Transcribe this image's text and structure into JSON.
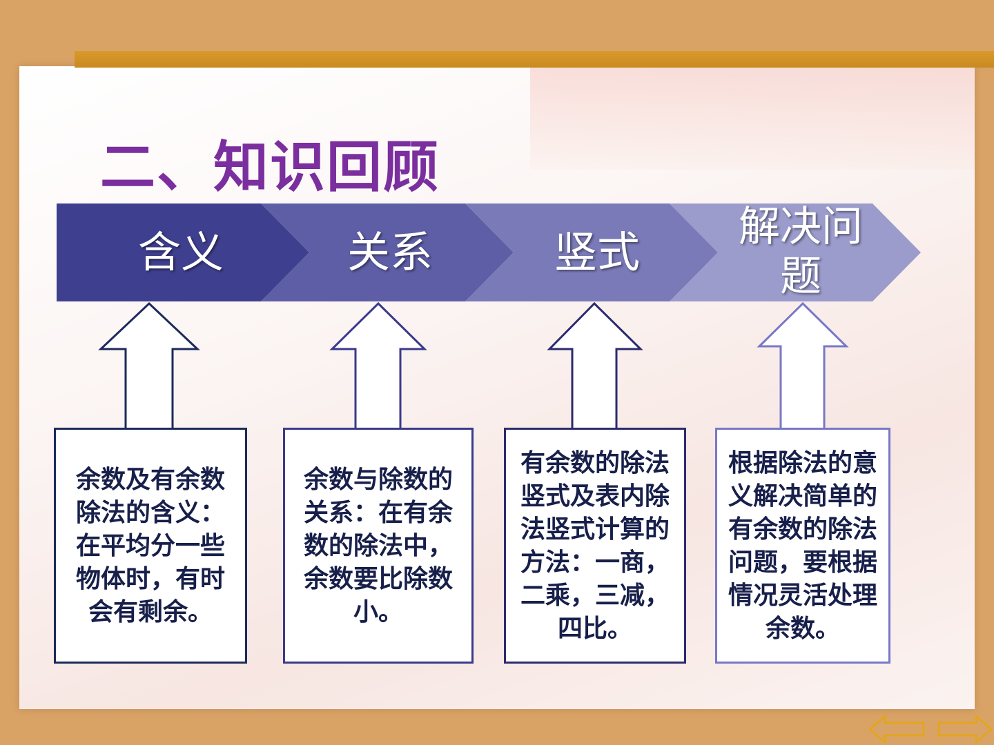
{
  "title": "二、知识回顾",
  "steps": [
    {
      "label": "含义",
      "color": "#3f3f8f"
    },
    {
      "label": "关系",
      "color": "#5e5ea6"
    },
    {
      "label": "竖式",
      "color": "#7a7ab8"
    },
    {
      "label": "解决问题",
      "color": "#9b9bcc"
    }
  ],
  "descriptions": [
    {
      "text": "余数及有余数除法的含义：在平均分一些物体时，有时会有剩余。",
      "border": "#1c2a5c"
    },
    {
      "text": "余数与除数的关系：在有余数的除法中，余数要比除数小。",
      "border": "#3a3a8c"
    },
    {
      "text": "有余数的除法竖式及表内除法竖式计算的方法：一商，二乘，三减，四比。",
      "border": "#2b2b6e"
    },
    {
      "text": "根据除法的意义解决简单的有余数的除法问题，要根据情况灵活处理余数。",
      "border": "#7878c8"
    }
  ],
  "nav": {
    "prev": "back-arrow-icon",
    "next": "forward-arrow-icon",
    "color": "#e2a51f"
  }
}
